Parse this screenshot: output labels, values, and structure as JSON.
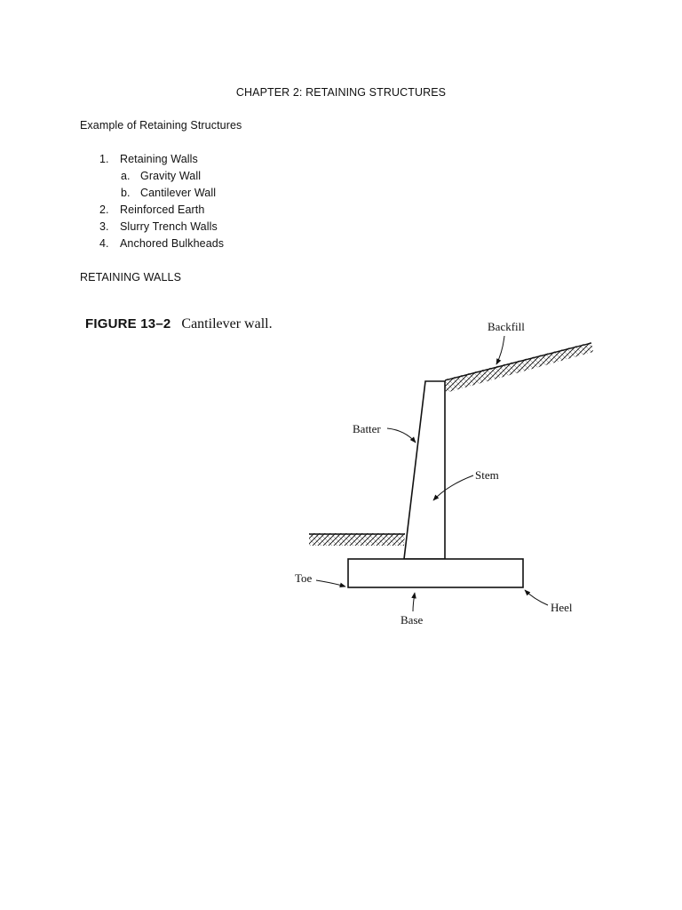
{
  "document": {
    "chapter_title": "CHAPTER 2: RETAINING STRUCTURES",
    "examples_heading": "Example of Retaining Structures",
    "outline": [
      {
        "marker": "1.",
        "label": "Retaining Walls",
        "level": 1
      },
      {
        "marker": "a.",
        "label": "Gravity Wall",
        "level": 2
      },
      {
        "marker": "b.",
        "label": "Cantilever Wall",
        "level": 2
      },
      {
        "marker": "2.",
        "label": "Reinforced Earth",
        "level": 1
      },
      {
        "marker": "3.",
        "label": "Slurry Trench Walls",
        "level": 1
      },
      {
        "marker": "4.",
        "label": "Anchored Bulkheads",
        "level": 1
      }
    ],
    "walls_heading": "RETAINING WALLS"
  },
  "figure": {
    "number": "FIGURE 13–2",
    "title": "Cantilever wall.",
    "labels": {
      "backfill": "Backfill",
      "batter": "Batter",
      "stem": "Stem",
      "toe": "Toe",
      "base": "Base",
      "heel": "Heel"
    }
  }
}
